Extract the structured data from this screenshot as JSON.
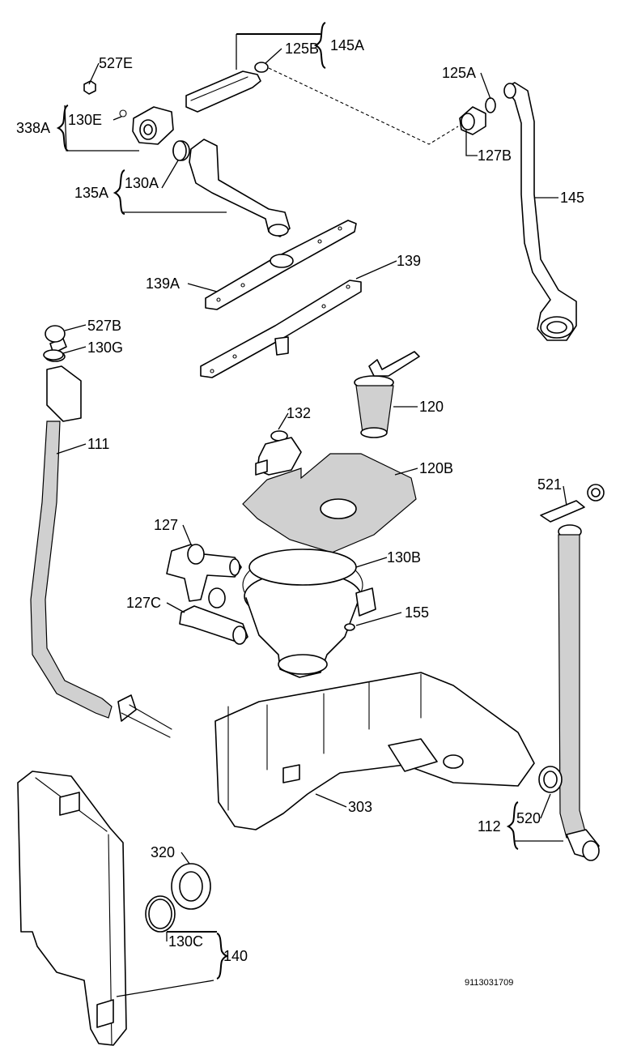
{
  "drawing_code": "9113031709",
  "labels": {
    "l_527e": "527E",
    "l_125b": "125B",
    "l_145a": "145A",
    "l_338a": "338A",
    "l_130e": "130E",
    "l_125a": "125A",
    "l_127b": "127B",
    "l_130a": "130A",
    "l_135a": "135A",
    "l_145": "145",
    "l_139": "139",
    "l_139a": "139A",
    "l_527b": "527B",
    "l_130g": "130G",
    "l_120": "120",
    "l_111": "111",
    "l_132": "132",
    "l_120b": "120B",
    "l_521": "521",
    "l_127": "127",
    "l_130b": "130B",
    "l_127c": "127C",
    "l_155": "155",
    "l_303": "303",
    "l_520": "520",
    "l_112": "112",
    "l_320": "320",
    "l_130c": "130C",
    "l_140": "140"
  }
}
